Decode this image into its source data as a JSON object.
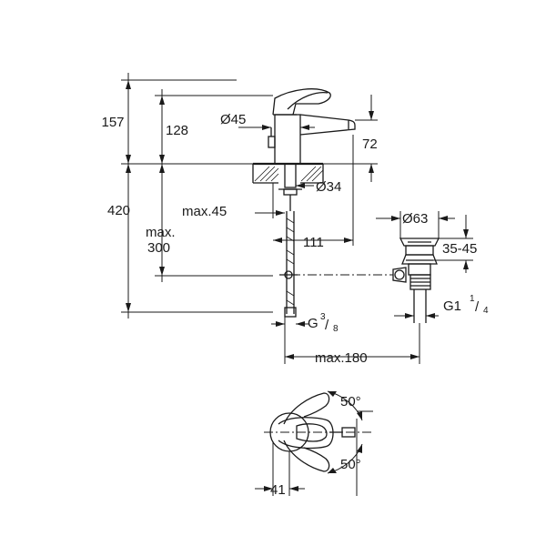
{
  "dimensions": {
    "total_height": "157",
    "spout_height": "128",
    "handle_diameter": "Ø45",
    "spout_outlet_height": "72",
    "base_diameter": "Ø34",
    "max_deck_thickness": "max.45",
    "below_deck_length": "420",
    "max_label": "max.",
    "max_value": "300",
    "spout_reach": "111",
    "waste_diameter": "Ø63",
    "waste_range": "35-45",
    "waste_thread": "G1",
    "waste_thread_num": "1",
    "waste_thread_den": "4",
    "connection_thread": "G",
    "connection_thread_num": "3",
    "connection_thread_den": "8",
    "rod_length": "max.180",
    "rotation_upper": "50°",
    "rotation_lower": "50°",
    "lever_offset": "41"
  }
}
